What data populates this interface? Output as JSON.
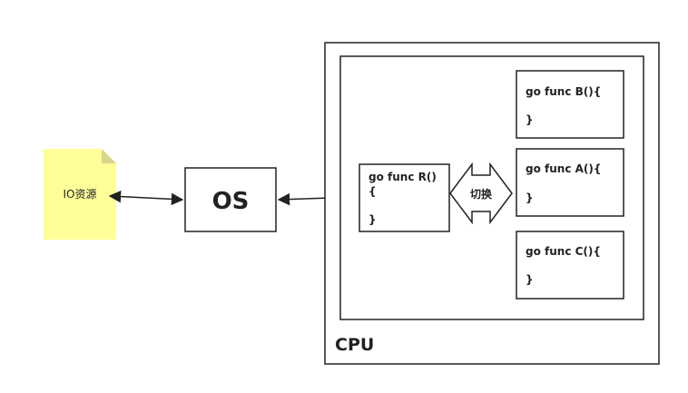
{
  "io_note": {
    "label": "IO资源",
    "fill": "#ffff99",
    "fold_fill": "#d6d68a"
  },
  "os_box": {
    "label": "OS"
  },
  "cpu_box": {
    "label": "CPU"
  },
  "func_r": {
    "line1": "go func R()",
    "line2": "{",
    "line3": "}"
  },
  "func_b": {
    "line1": "go func B(){",
    "line2": "}"
  },
  "func_a": {
    "line1": "go func A(){",
    "line2": "}"
  },
  "func_c": {
    "line1": "go func C(){",
    "line2": "}"
  },
  "switch_shape": {
    "label": "切换"
  },
  "colors": {
    "stroke": "#222222",
    "note_fill": "#ffff99"
  }
}
